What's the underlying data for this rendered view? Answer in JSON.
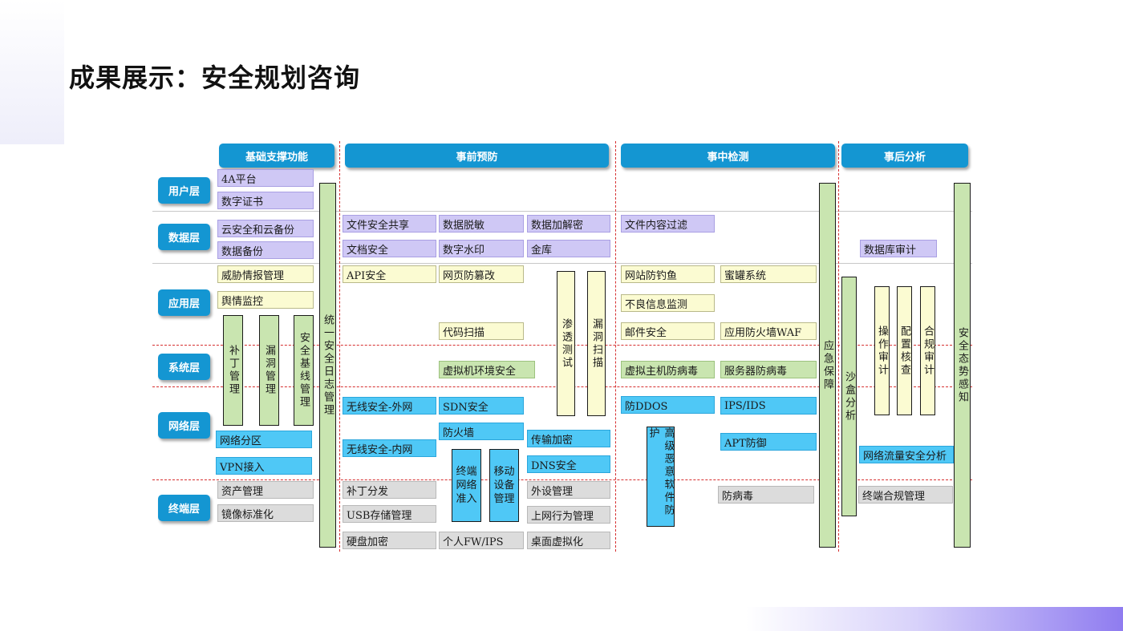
{
  "title": "成果展示：安全规划咨询",
  "phases": {
    "basic": "基础支撑功能",
    "pre": "事前预防",
    "mid": "事中检测",
    "post": "事后分析"
  },
  "layers": {
    "user": "用户层",
    "data": "数据层",
    "app": "应用层",
    "system": "系统层",
    "network": "网络层",
    "terminal": "终端层"
  },
  "basic": {
    "4a": "4A平台",
    "cert": "数字证书",
    "cloud": "云安全和云备份",
    "backup": "数据备份",
    "threat": "威胁情报管理",
    "opinion": "舆情监控",
    "patch_mgmt": "补丁管理",
    "vuln_mgmt": "漏洞管理",
    "baseline": "安全基线管理",
    "net_zone": "网络分区",
    "vpn": "VPN接入",
    "asset": "资产管理",
    "image": "镜像标准化",
    "unified_log": "统一安全日志管理"
  },
  "pre": {
    "file_share": "文件安全共享",
    "desens": "数据脱敏",
    "encrypt": "数据加解密",
    "doc_sec": "文档安全",
    "watermark": "数字水印",
    "vault": "金库",
    "api": "API安全",
    "tamper": "网页防篡改",
    "pentest": "渗透测试",
    "vuln_scan": "漏洞扫描",
    "code_scan": "代码扫描",
    "vm_sec": "虚拟机环境安全",
    "wifi_ext": "无线安全-外网",
    "sdn": "SDN安全",
    "firewall": "防火墙",
    "wifi_int": "无线安全-内网",
    "trans_enc": "传输加密",
    "dns": "DNS安全",
    "nac": "终端网络准入",
    "mdm": "移动设备管理",
    "patch_dist": "补丁分发",
    "peripheral": "外设管理",
    "usb": "USB存储管理",
    "web_behavior": "上网行为管理",
    "disk_enc": "硬盘加密",
    "personal_fw": "个人FW/IPS",
    "vdi": "桌面虚拟化"
  },
  "mid": {
    "content_filter": "文件内容过滤",
    "anti_phish": "网站防钓鱼",
    "honeypot": "蜜罐系统",
    "bad_info": "不良信息监测",
    "mail": "邮件安全",
    "waf": "应用防火墙WAF",
    "host_av": "虚拟主机防病毒",
    "server_av": "服务器防病毒",
    "ddos": "防DDOS",
    "ips": "IPS/IDS",
    "apt": "APT防御",
    "malware": "高级恶意软件防护",
    "antivirus": "防病毒",
    "emergency": "应急保障"
  },
  "post": {
    "db_audit": "数据库审计",
    "sandbox": "沙盒分析",
    "op_audit": "操作审计",
    "config_check": "配置核查",
    "compliance_audit": "合规审计",
    "traffic": "网络流量安全分析",
    "terminal_compliance": "终端合规管理",
    "situation": "安全态势感知"
  },
  "colors": {
    "blue_header": "#1496d2",
    "purple": "#cfc8f5",
    "yellow": "#fbfbd2",
    "blue": "#4fc8f6",
    "gray": "#dcdcdc",
    "green": "#c9e5b0",
    "divider_red": "#d63030"
  }
}
